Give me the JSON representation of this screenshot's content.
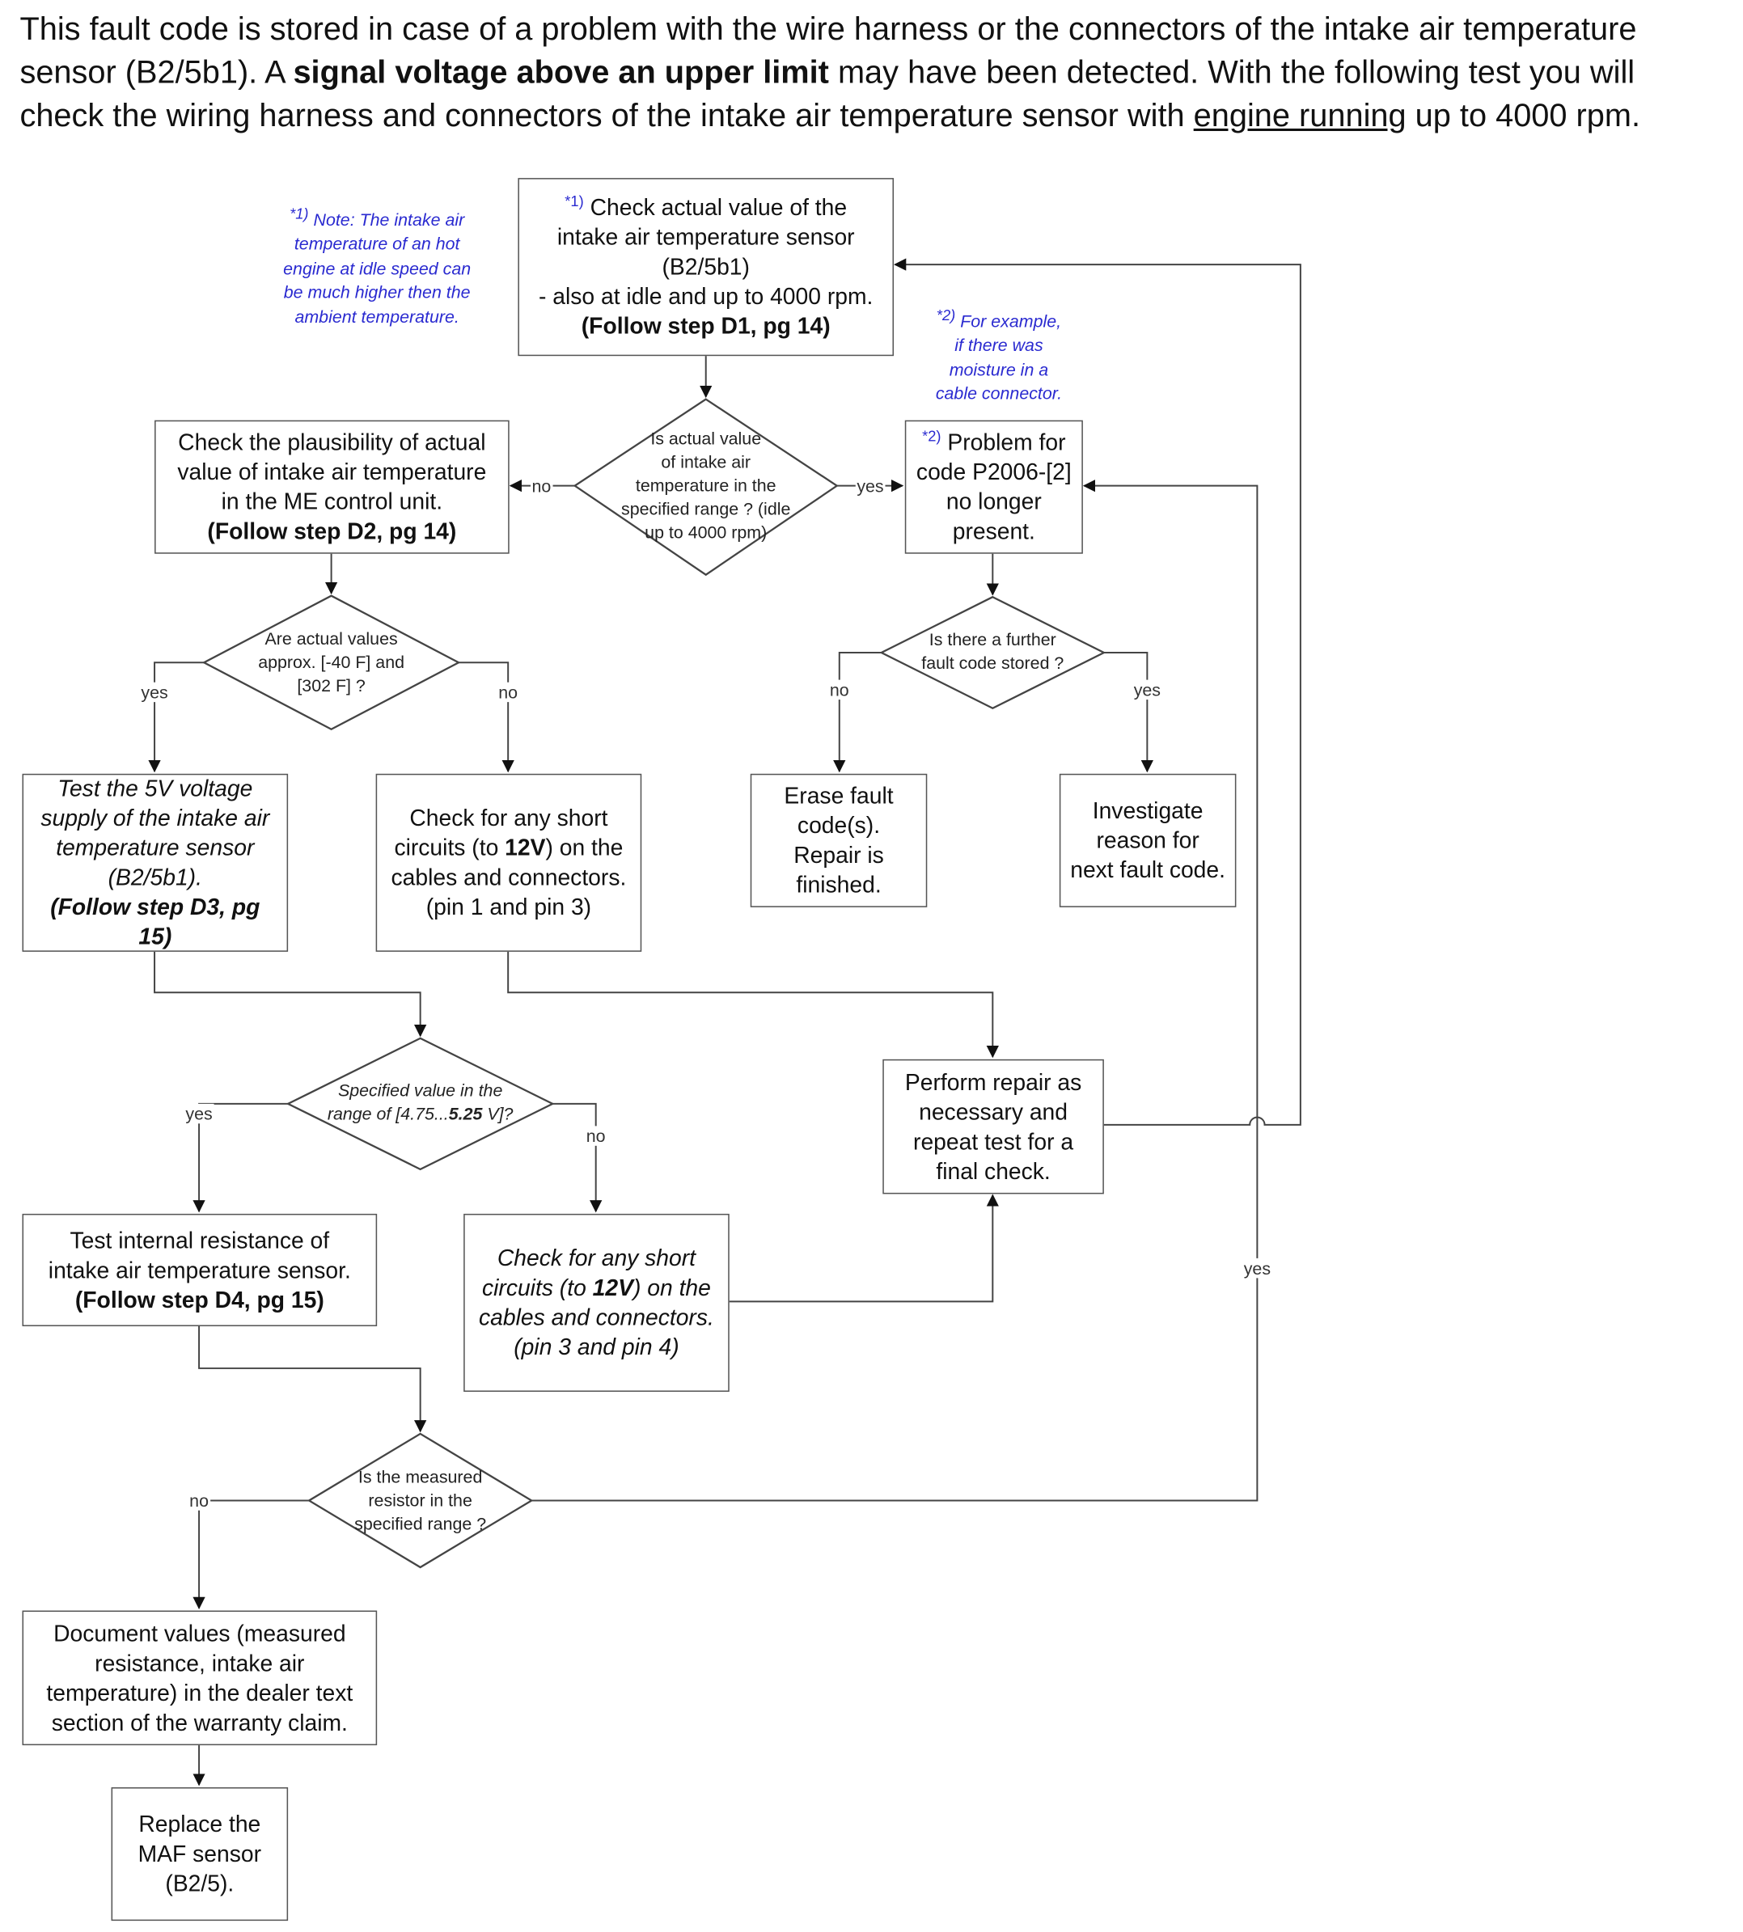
{
  "intro": {
    "line1": "This fault code is stored in case of a problem with the wire harness or the connectors of the intake air temperature",
    "line2_a": "sensor (B2/5b1). A ",
    "line2_bold": "signal voltage above an upper limit",
    "line2_b": " may have been detected. With the following test you will",
    "line3_a": "check the wiring harness and connectors of the intake air temperature sensor with ",
    "line3_underline": "engine running",
    "line3_b": " up to 4000 rpm."
  },
  "notes": {
    "note1_mark": "*1)",
    "note1": [
      "Note: The intake air",
      "temperature of an hot",
      "engine at idle speed can",
      "be much higher then the",
      "ambient temperature."
    ],
    "note2_mark": "*2)",
    "note2": [
      "For example,",
      "if there was",
      "moisture in a",
      "cable connector."
    ]
  },
  "boxes": {
    "check_actual": {
      "mark": "*1)",
      "lines": [
        "Check actual value of the",
        "intake air temperature sensor",
        "(B2/5b1)",
        "- also at idle and up to 4000 rpm."
      ],
      "step": "(Follow step D1, pg 14)"
    },
    "plausibility": {
      "lines": [
        "Check the plausibility of actual",
        "value of intake air temperature",
        "in the ME control unit."
      ],
      "step": "(Follow step D2, pg 14)"
    },
    "problem_gone": {
      "mark": "*2)",
      "lines": [
        "Problem for",
        "code P2006-[2]",
        "no longer",
        "present."
      ]
    },
    "test_5v": {
      "lines": [
        "Test the 5V voltage",
        "supply of the intake air",
        "temperature sensor",
        "(B2/5b1)."
      ],
      "step": [
        "(Follow step D3, pg",
        "15)"
      ]
    },
    "short_12v_a": {
      "line1": "Check for any short",
      "line2_a": "circuits (to ",
      "line2_bold": "12V",
      "line2_b": ") on the",
      "line3": "cables and connectors.",
      "line4": "(pin 1 and pin 3)"
    },
    "erase": {
      "lines": [
        "Erase fault",
        "code(s).",
        "Repair is",
        "finished."
      ]
    },
    "investigate": {
      "lines": [
        "Investigate",
        "reason for",
        "next fault code."
      ]
    },
    "perform_repair": {
      "lines": [
        "Perform repair as",
        "necessary and",
        "repeat test  for a",
        "final check."
      ]
    },
    "test_resistance": {
      "lines": [
        "Test internal resistance of",
        "intake air temperature sensor."
      ],
      "step": "(Follow step D4, pg 15)"
    },
    "short_12v_b": {
      "line1": "Check for any short",
      "line2_a": "circuits (to ",
      "line2_bold": "12V",
      "line2_b": ") on the",
      "line3": "cables and connectors.",
      "line4": "(pin 3 and pin 4)"
    },
    "document": {
      "lines": [
        "Document values (measured",
        "resistance, intake air",
        "temperature) in the dealer text",
        "section of the warranty claim."
      ]
    },
    "replace": {
      "lines": [
        "Replace the",
        "MAF sensor",
        "(B2/5)."
      ]
    }
  },
  "decisions": {
    "in_range": [
      "Is actual value",
      "of intake air",
      "temperature in the",
      "specified range ? (idle",
      "up to 4000 rpm)"
    ],
    "approx": [
      "Are actual values",
      "approx. [-40 F] and",
      "[302 F] ?"
    ],
    "further_fault": [
      "Is there a further",
      "fault code stored ?"
    ],
    "voltage": {
      "a": "Specified value in the",
      "b": "range of [4.75...",
      "bold": "5.25",
      "c": " V]?"
    },
    "resistor": [
      "Is the measured",
      "resistor in the",
      "specified range ?"
    ]
  },
  "labels": {
    "yes": "yes",
    "no": "no"
  },
  "colors": {
    "note": "#2a2ad0",
    "line": "#555555"
  }
}
